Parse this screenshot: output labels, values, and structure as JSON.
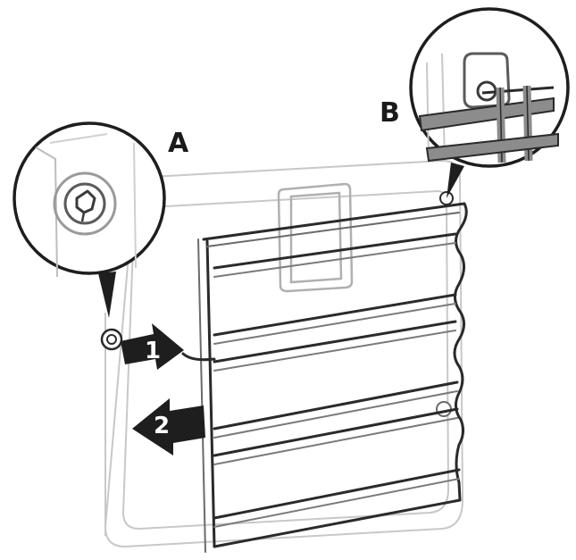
{
  "labels": {
    "a": "A",
    "b": "B"
  },
  "steps": {
    "one": "1",
    "two": "2"
  },
  "colors": {
    "line": "#2a2a2a",
    "faint": "#c8c8c8",
    "mid": "#9a9a9a",
    "rod_fill": "#8c8c8c",
    "arrow": "#1e1e1e"
  }
}
